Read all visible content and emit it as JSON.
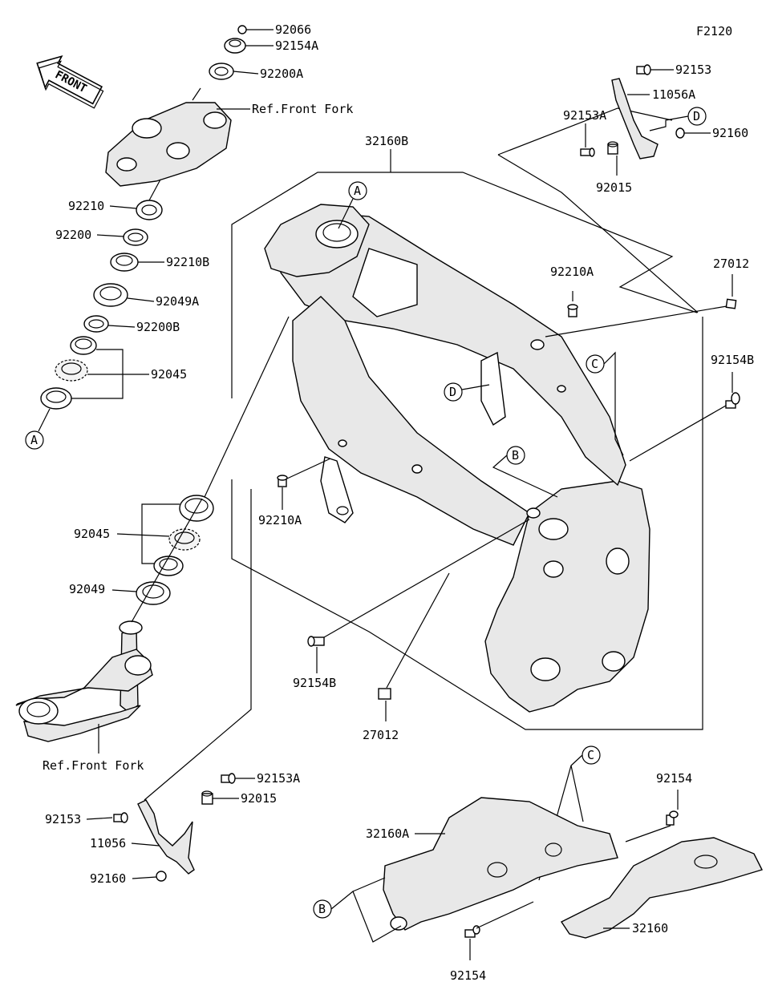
{
  "diagram_id": "F2120",
  "front_label": "FRONT",
  "callouts": {
    "A": "A",
    "B": "B",
    "C": "C",
    "D": "D"
  },
  "parts": {
    "p92066": "92066",
    "p92154A": "92154A",
    "p92200A": "92200A",
    "ref_front_fork_top": "Ref.Front Fork",
    "p32160B": "32160B",
    "p92153_top": "92153",
    "p11056A": "11056A",
    "p92153A_top": "92153A",
    "p92160_top": "92160",
    "p92015_top": "92015",
    "p92210": "92210",
    "p92200": "92200",
    "p92210B": "92210B",
    "p92049A": "92049A",
    "p92200B": "92200B",
    "p92045_top": "92045",
    "p92210A_top": "92210A",
    "p27012_top": "27012",
    "p92154B_right": "92154B",
    "p92210A_mid": "92210A",
    "p92045_mid": "92045",
    "p92049": "92049",
    "p92154B_mid": "92154B",
    "p27012_mid": "27012",
    "ref_front_fork_bottom": "Ref.Front Fork",
    "p92153A_bottom": "92153A",
    "p92015_bottom": "92015",
    "p92153_bottom": "92153",
    "p11056": "11056",
    "p92160_bottom": "92160",
    "p92154_top": "92154",
    "p32160A": "32160A",
    "p32160": "32160",
    "p92154_bottom": "92154"
  }
}
